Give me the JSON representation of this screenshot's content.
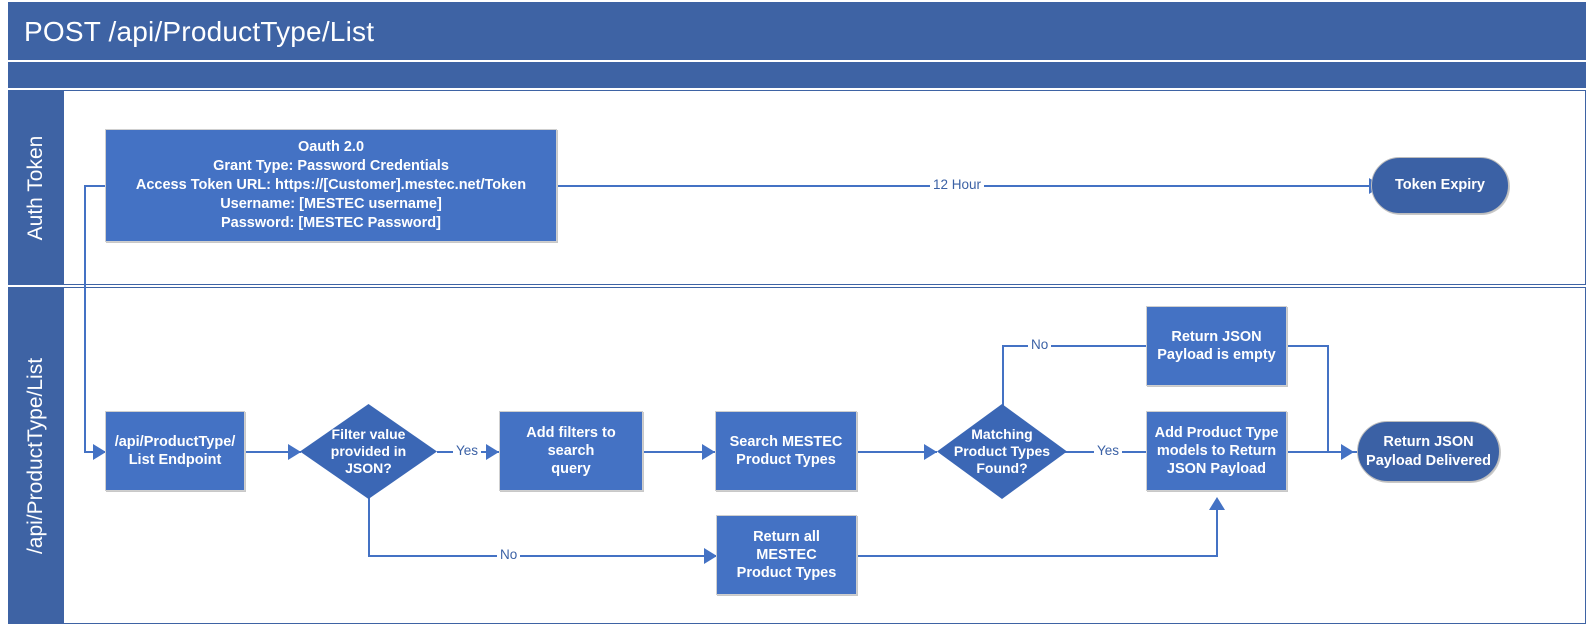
{
  "header": {
    "title": "POST /api/ProductType/List",
    "band_color": "#3E63A4"
  },
  "colors": {
    "header": "#3E63A4",
    "process": "#4472C4",
    "decision": "#3B67B5",
    "terminator": "#3B61A5",
    "connector": "#4472C4",
    "label_text": "#3B61A5",
    "canvas": "#FFFFFF"
  },
  "lanes": [
    {
      "id": "auth-token",
      "label_line1": "Auth",
      "label_line2": "Token"
    },
    {
      "id": "product-type-list",
      "label_line1": "/api/ProductType/List",
      "label_line2": ""
    }
  ],
  "nodes": {
    "oauth": {
      "shape": "process",
      "lines": [
        "Oauth 2.0",
        "Grant Type: Password Credentials",
        "Access Token URL: https://[Customer].mestec.net/Token",
        "Username: [MESTEC username]",
        "Password: [MESTEC Password]"
      ]
    },
    "token_expiry": {
      "shape": "terminator",
      "lines": [
        "Token Expiry"
      ]
    },
    "endpoint": {
      "shape": "process",
      "lines": [
        "/api/ProductType/",
        "List Endpoint"
      ]
    },
    "filter_decision": {
      "shape": "decision",
      "lines": [
        "Filter value",
        "provided in",
        "JSON?"
      ]
    },
    "add_filters": {
      "shape": "process",
      "lines": [
        "Add filters to search",
        "query"
      ]
    },
    "search": {
      "shape": "process",
      "lines": [
        "Search MESTEC",
        "Product Types"
      ]
    },
    "matching_decision": {
      "shape": "decision",
      "lines": [
        "Matching",
        "Product Types",
        "Found?"
      ]
    },
    "empty_payload": {
      "shape": "process",
      "lines": [
        "Return JSON",
        "Payload is empty"
      ]
    },
    "add_models": {
      "shape": "process",
      "lines": [
        "Add Product Type",
        "models to Return",
        "JSON Payload"
      ]
    },
    "return_all": {
      "shape": "process",
      "lines": [
        "Return all MESTEC",
        "Product Types"
      ]
    },
    "delivered": {
      "shape": "terminator",
      "lines": [
        "Return JSON",
        "Payload Delivered"
      ]
    }
  },
  "edge_labels": {
    "token_expiry": "12 Hour",
    "filter_yes": "Yes",
    "filter_no": "No",
    "matching_yes": "Yes",
    "matching_no": "No"
  }
}
